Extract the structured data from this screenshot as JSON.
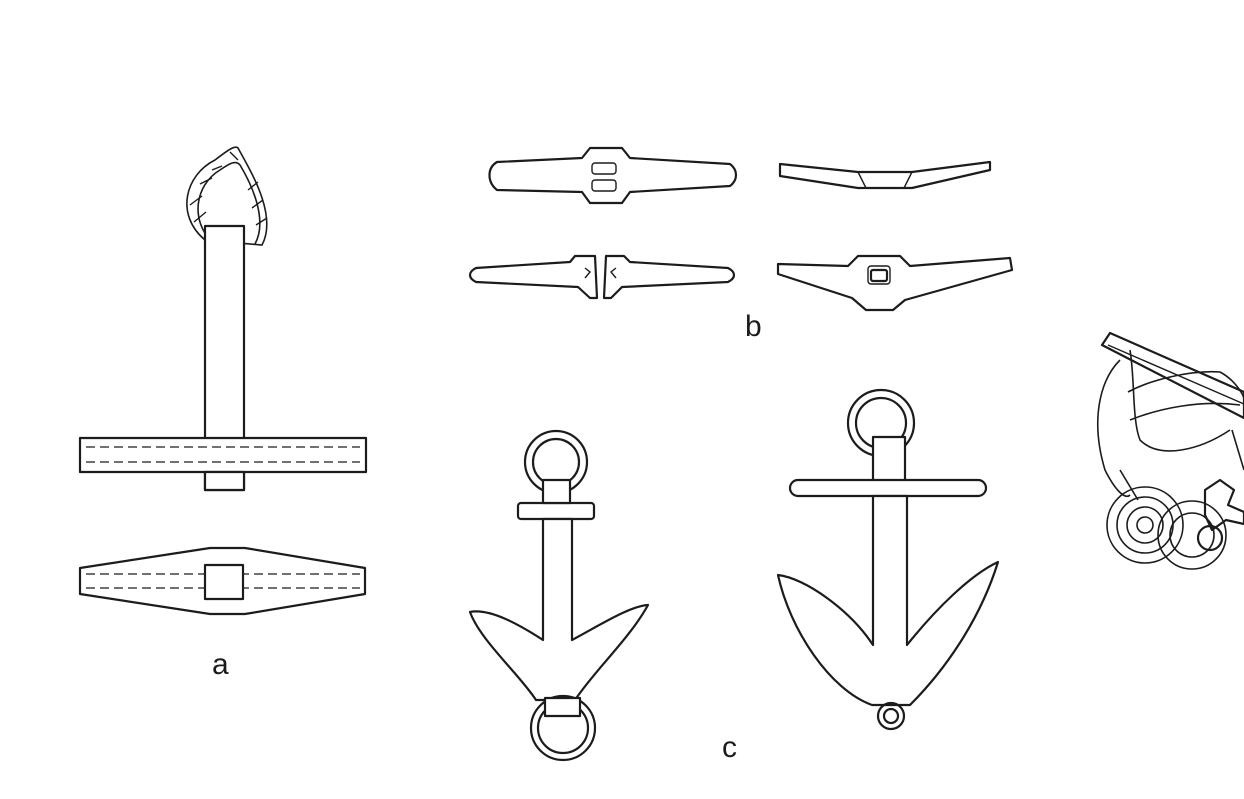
{
  "labels": {
    "a": "a",
    "b": "b",
    "c": "c"
  },
  "figures": [
    {
      "label_ref": "a",
      "icon": "stone-anchor-with-rope-icon"
    },
    {
      "label_ref": "b",
      "icon": "anchor-stock-views-icon"
    },
    {
      "label_ref": "c",
      "icon": "two-arm-anchor-icon"
    },
    {
      "icon": "ship-bow-with-coiled-rope-icon"
    }
  ],
  "colors": {
    "ink": "#1c1c1c",
    "paper": "#ffffff"
  }
}
